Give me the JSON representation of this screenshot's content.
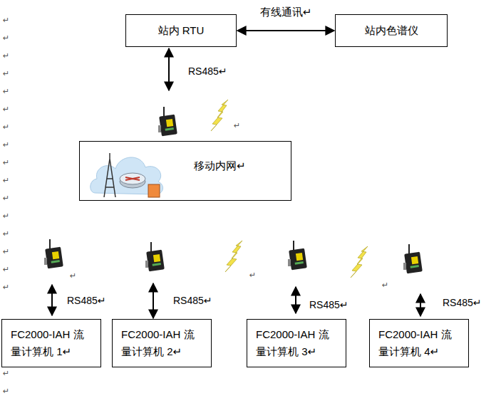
{
  "diagram": {
    "nodes": [
      {
        "text": [
          "站内 RTU"
        ]
      },
      {
        "text": [
          "站内色谱仪"
        ]
      },
      {
        "text": [
          "移动内网↵"
        ]
      },
      {
        "text": [
          "FC2000-IAH 流量计算机 1↵"
        ]
      },
      {
        "text": [
          "FC2000-IAH 流量计算机 2↵"
        ]
      },
      {
        "text": [
          "FC2000-IAH 流量计算机 3↵"
        ]
      },
      {
        "text": [
          "FC2000-IAH 流量计算机 4↵"
        ]
      }
    ],
    "edges": [
      {
        "from": 0,
        "to": 1,
        "arrow": "both",
        "label": "有线通讯↵"
      }
    ],
    "labels": [
      "RS485↵",
      "RS485↵",
      "RS485↵",
      "RS485↵",
      "RS485↵",
      "↵",
      "↵",
      "↵",
      "↵",
      "↵",
      "↵",
      "↵",
      "↵",
      "↵",
      "↵",
      "↵",
      "↵",
      "↵",
      "↵",
      "↵",
      "↵",
      "↵",
      "↵",
      "↵",
      "↵",
      "↵",
      "↵"
    ]
  }
}
